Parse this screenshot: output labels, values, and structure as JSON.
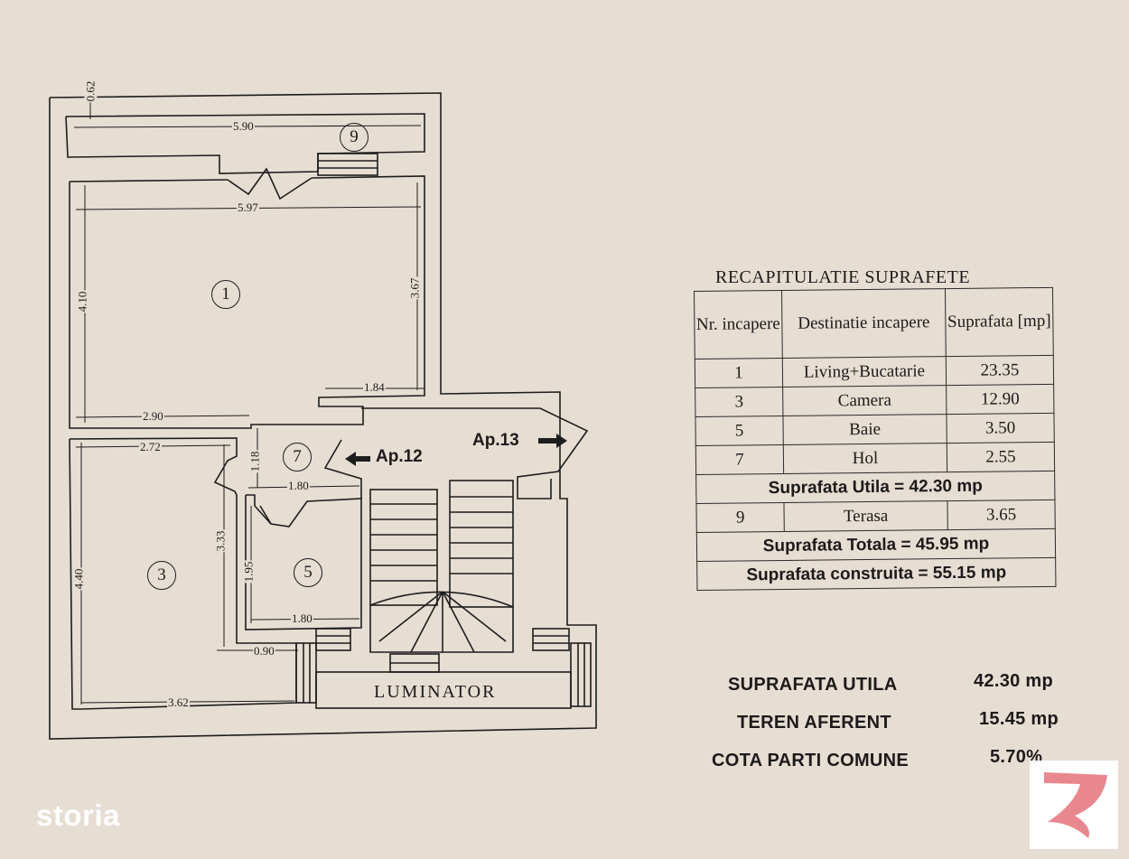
{
  "plan": {
    "rooms": [
      {
        "id": "room-1",
        "number": "1"
      },
      {
        "id": "room-3",
        "number": "3"
      },
      {
        "id": "room-5",
        "number": "5"
      },
      {
        "id": "room-7",
        "number": "7"
      },
      {
        "id": "room-9",
        "number": "9"
      }
    ],
    "dimensions": {
      "d062": "0.62",
      "d590": "5.90",
      "d597": "5.97",
      "d410": "4.10",
      "d367": "3.67",
      "d184": "1.84",
      "d290": "2.90",
      "d272": "2.72",
      "d118": "1.18",
      "d180a": "1.80",
      "d333": "3.33",
      "d440": "4.40",
      "d195": "1.95",
      "d180b": "1.80",
      "d090": "0.90",
      "d362": "3.62"
    },
    "arrows": {
      "ap12": "Ap.12",
      "ap13": "Ap.13"
    },
    "luminator": "LUMINATOR"
  },
  "table": {
    "title": "RECAPITULATIE SUPRAFETE",
    "headers": [
      "Nr. incapere",
      "Destinatie incapere",
      "Suprafata [mp]"
    ],
    "rows": [
      {
        "nr": "1",
        "dest": "Living+Bucatarie",
        "area": "23.35"
      },
      {
        "nr": "3",
        "dest": "Camera",
        "area": "12.90"
      },
      {
        "nr": "5",
        "dest": "Baie",
        "area": "3.50"
      },
      {
        "nr": "7",
        "dest": "Hol",
        "area": "2.55"
      }
    ],
    "sum_utila": "Suprafata Utila = 42.30 mp",
    "row9": {
      "nr": "9",
      "dest": "Terasa",
      "area": "3.65"
    },
    "sum_totala": "Suprafata Totala = 45.95 mp",
    "sum_construita": "Suprafata construita = 55.15 mp"
  },
  "summary": [
    {
      "label": "SUPRAFATA UTILA",
      "value": "42.30 mp"
    },
    {
      "label": "TEREN  AFERENT",
      "value": "15.45 mp"
    },
    {
      "label": "COTA  PARTI COMUNE",
      "value": "5.70%"
    }
  ],
  "watermark": "storia",
  "colors": {
    "paper": "#e6ddd3",
    "ink": "#1d1d1d",
    "badge": "#e8888e"
  }
}
